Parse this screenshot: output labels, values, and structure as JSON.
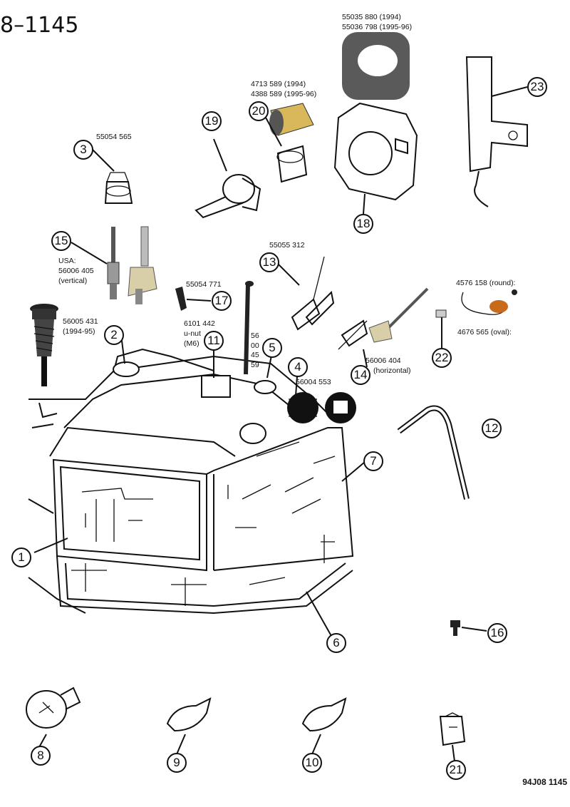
{
  "header": {
    "title": "8–1145"
  },
  "footer": {
    "code": "94J08  1145"
  },
  "parts": {
    "p3": "55054 565",
    "p20a": "4713 589 (1994)",
    "p20b": "4388 589 (1995-96)",
    "p18a": "55035 880 (1994)",
    "p18b": "55036 798 (1995-96)",
    "p15a": "USA:",
    "p15b": "56006 405",
    "p15c": "(vertical)",
    "p13": "55055 312",
    "p17": "55054 771",
    "p11a": "6101 442",
    "p11b": "u-nut",
    "p11c": "(M6)",
    "p5": [
      "56",
      "00",
      "45",
      "59"
    ],
    "p2a": "56005 431",
    "p2b": "(1994-95)",
    "p4": "56004 553",
    "p14a": "56006 404",
    "p14b": "(horizontal)",
    "p22a": "4576 158 (round):",
    "p22b": "4676 565 (oval):"
  },
  "callouts": [
    "1",
    "2",
    "3",
    "4",
    "5",
    "6",
    "7",
    "8",
    "9",
    "10",
    "11",
    "12",
    "13",
    "14",
    "15",
    "16",
    "17",
    "18",
    "19",
    "20",
    "21",
    "22",
    "23"
  ],
  "colors": {
    "gasket": "#5a5a5a",
    "ring": "#c9a24a",
    "gear": "#d8cfa8",
    "knob": "#111111",
    "lamp": "#c76a1a"
  }
}
